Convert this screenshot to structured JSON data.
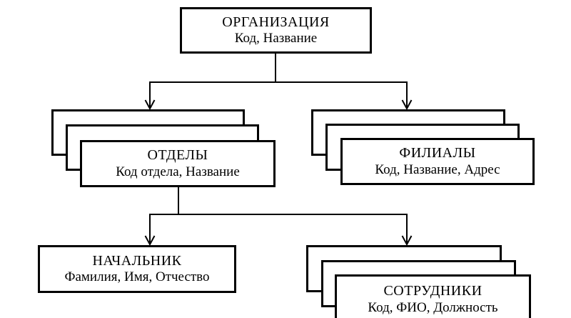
{
  "diagram": {
    "background_color": "#ffffff",
    "line_color": "#000000",
    "nodes": {
      "organization": {
        "title": "ОРГАНИЗАЦИЯ",
        "attributes": "Код, Название",
        "stacked": false
      },
      "departments": {
        "title": "ОТДЕЛЫ",
        "attributes": "Код отдела, Название",
        "stacked": true
      },
      "branches": {
        "title": "ФИЛИАЛЫ",
        "attributes": "Код, Название, Адрес",
        "stacked": true
      },
      "head": {
        "title": "НАЧАЛЬНИК",
        "attributes": "Фамилия, Имя, Отчество",
        "stacked": false
      },
      "employees": {
        "title": "СОТРУДНИКИ",
        "attributes": "Код, ФИО, Должность",
        "stacked": true
      }
    },
    "relations": [
      {
        "from": "organization",
        "to": [
          "departments",
          "branches"
        ]
      },
      {
        "from": "departments",
        "to": [
          "head",
          "employees"
        ]
      }
    ]
  }
}
